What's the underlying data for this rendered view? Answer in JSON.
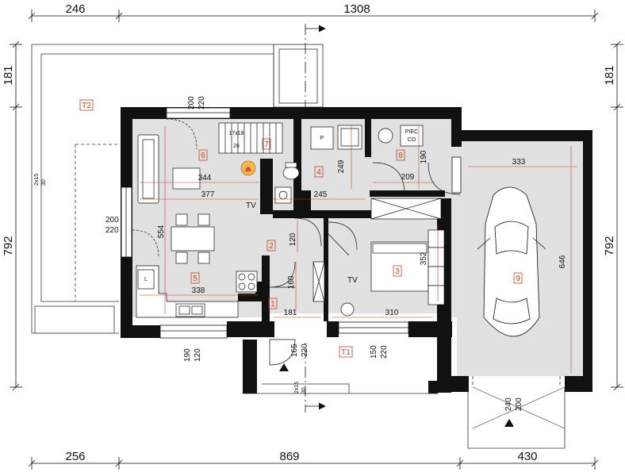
{
  "overall_dimensions": {
    "top": [
      "246",
      "1308"
    ],
    "bottom": [
      "256",
      "869",
      "430"
    ],
    "left": [
      "181",
      "792"
    ],
    "right": [
      "181",
      "792"
    ]
  },
  "rooms": [
    {
      "id": "room-1",
      "number": "1"
    },
    {
      "id": "room-2",
      "number": "2"
    },
    {
      "id": "room-3",
      "number": "3"
    },
    {
      "id": "room-4",
      "number": "4"
    },
    {
      "id": "room-5",
      "number": "5"
    },
    {
      "id": "room-6",
      "number": "6"
    },
    {
      "id": "room-7",
      "number": "7"
    },
    {
      "id": "room-8",
      "number": "8"
    },
    {
      "id": "room-9",
      "number": "9"
    },
    {
      "id": "terrace-1",
      "number": "T1"
    },
    {
      "id": "terrace-2",
      "number": "T2"
    }
  ],
  "room_dims": [
    "344",
    "377",
    "245",
    "249",
    "209",
    "190",
    "333",
    "646",
    "554",
    "338",
    "120",
    "160",
    "181",
    "310",
    "352"
  ],
  "openings": [
    "200\n220",
    "200\n220",
    "190\n120",
    "165\n220",
    "150\n220",
    "240\n200"
  ],
  "stairs": {
    "size": "17x18",
    "count": "26"
  },
  "step_notes": [
    "2x15\n30",
    "2x15\n30"
  ],
  "fixtures": {
    "tv": "TV",
    "boiler_line1": "PIEC",
    "boiler_line2": "CO",
    "fridge": "L",
    "shower": "P"
  }
}
